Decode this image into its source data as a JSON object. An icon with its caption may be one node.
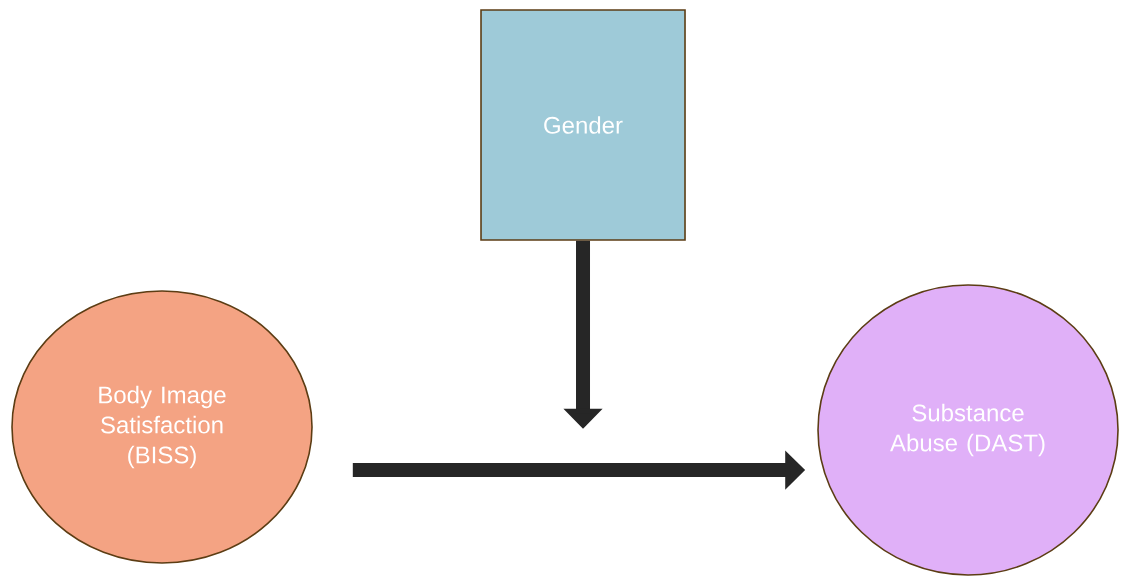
{
  "diagram": {
    "nodes": [
      {
        "text": [
          "Gender"
        ]
      },
      {
        "text": [
          "Body Image Satisfaction (BISS)"
        ]
      },
      {
        "text": [
          "Substance Abuse (DAST)"
        ]
      }
    ],
    "edges": [
      {
        "from": 1,
        "to": 2,
        "arrow": "to"
      },
      {
        "from": 0,
        "to": null,
        "arrow": "to"
      }
    ]
  }
}
